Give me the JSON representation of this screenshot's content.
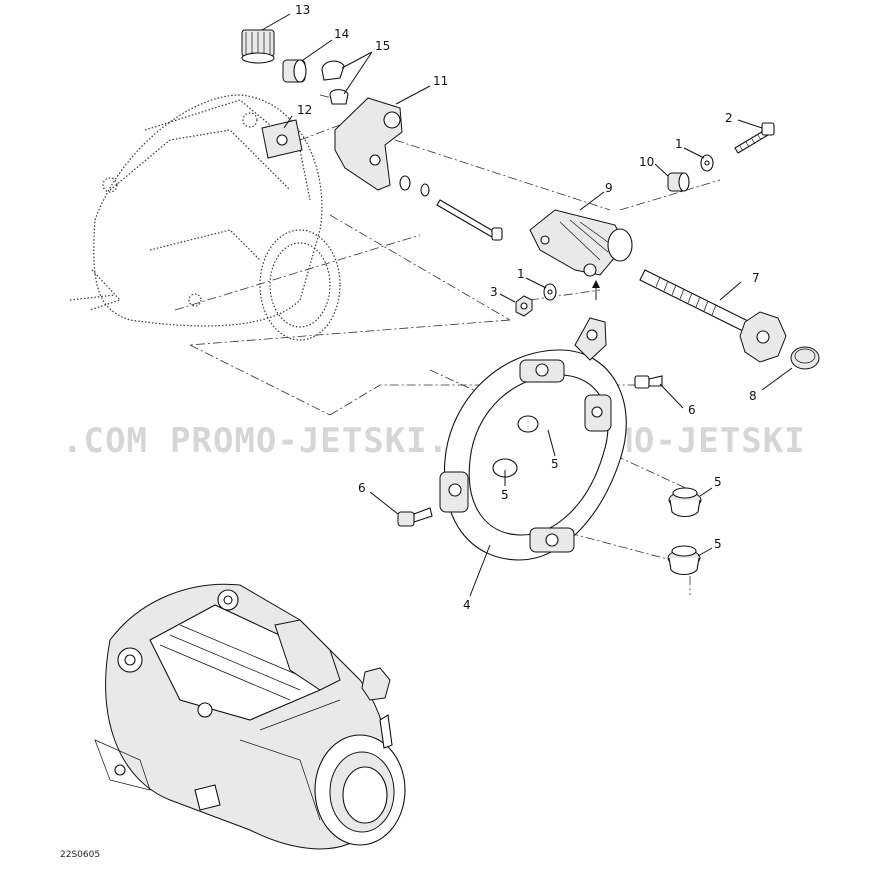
{
  "watermark": {
    "left": ".COM",
    "middle": "PROMO-JETSKI.COM",
    "right": "PROMO-JETSKI"
  },
  "drawing_code": "22S0605",
  "callouts": [
    {
      "id": "c13",
      "text": "13"
    },
    {
      "id": "c14",
      "text": "14"
    },
    {
      "id": "c15",
      "text": "15"
    },
    {
      "id": "c11",
      "text": "11"
    },
    {
      "id": "c12",
      "text": "12"
    },
    {
      "id": "c2",
      "text": "2"
    },
    {
      "id": "c1a",
      "text": "1"
    },
    {
      "id": "c10",
      "text": "10"
    },
    {
      "id": "c9",
      "text": "9"
    },
    {
      "id": "c1b",
      "text": "1"
    },
    {
      "id": "c3",
      "text": "3"
    },
    {
      "id": "c7",
      "text": "7"
    },
    {
      "id": "c8",
      "text": "8"
    },
    {
      "id": "c6a",
      "text": "6"
    },
    {
      "id": "c5a",
      "text": "5"
    },
    {
      "id": "c5b",
      "text": "5"
    },
    {
      "id": "c6b",
      "text": "6"
    },
    {
      "id": "c5c",
      "text": "5"
    },
    {
      "id": "c5d",
      "text": "5"
    },
    {
      "id": "c4",
      "text": "4"
    }
  ]
}
